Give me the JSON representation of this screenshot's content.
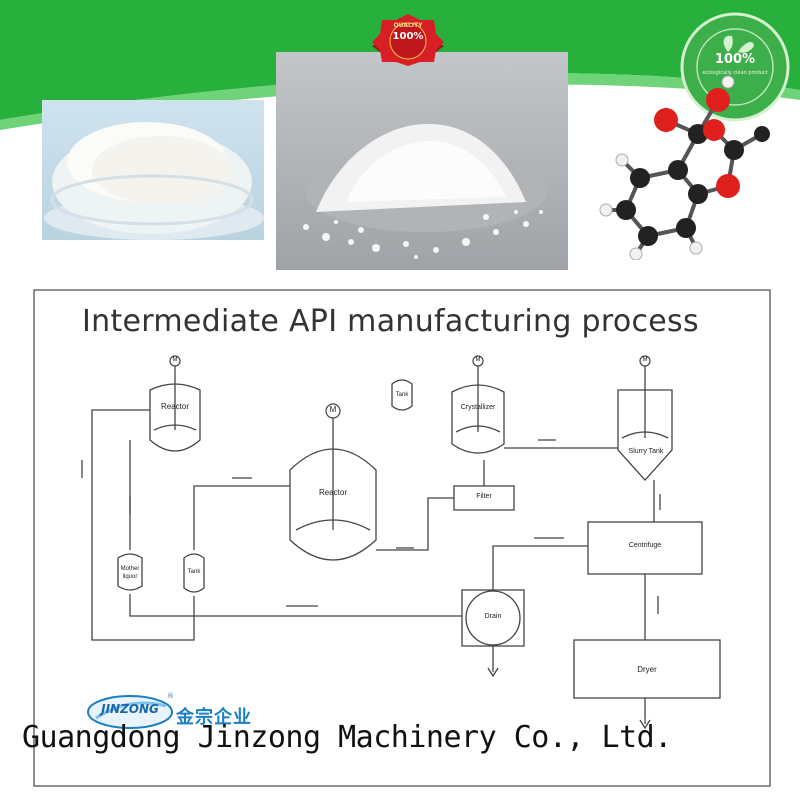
{
  "badge_top": {
    "line1": "QUALITY",
    "line2": "100%"
  },
  "badge_right": {
    "percent": "100%",
    "ring_text": "ecologically clean product"
  },
  "diagram": {
    "title": "Intermediate API manufacturing process",
    "labels": {
      "motor": "M",
      "reactor_small": "Reactor",
      "reactor_main": "Reactor",
      "tank_top": "Tank",
      "crystallizer": "Crystallizer",
      "slurry_tank": "Slurry Tank",
      "filter": "Filter",
      "centrifuge": "Centrifuge",
      "mother_liquor_1": "Mother",
      "mother_liquor_2": "liquor",
      "tank_bottom": "Tank",
      "drain": "Drain",
      "dryer": "Dryer"
    }
  },
  "logo": {
    "text": "JINZONG",
    "chinese": "金宗企业",
    "registered": "®"
  },
  "footer": {
    "company": "Guangdong Jinzong Machinery Co., Ltd."
  }
}
